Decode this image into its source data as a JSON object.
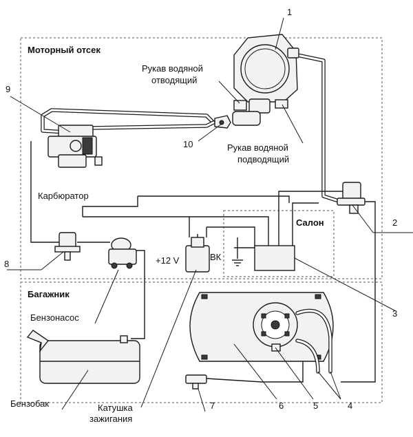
{
  "zones": {
    "engine": "Моторный отсек",
    "cabin": "Салон",
    "trunk": "Багажник"
  },
  "labels": {
    "hose_out": [
      "Рукав водяной",
      "отводящий"
    ],
    "hose_in": [
      "Рукав водяной",
      "подводящий"
    ],
    "carburetor": "Карбюратор",
    "fuel_pump": "Бензонасос",
    "fuel_tank": "Бензобак",
    "ignition_coil": [
      "Катушка",
      "зажигания"
    ],
    "plus12v": "+12 V",
    "vk": "ВК"
  },
  "callouts": [
    "1",
    "2",
    "3",
    "4",
    "5",
    "6",
    "7",
    "8",
    "9",
    "10"
  ]
}
